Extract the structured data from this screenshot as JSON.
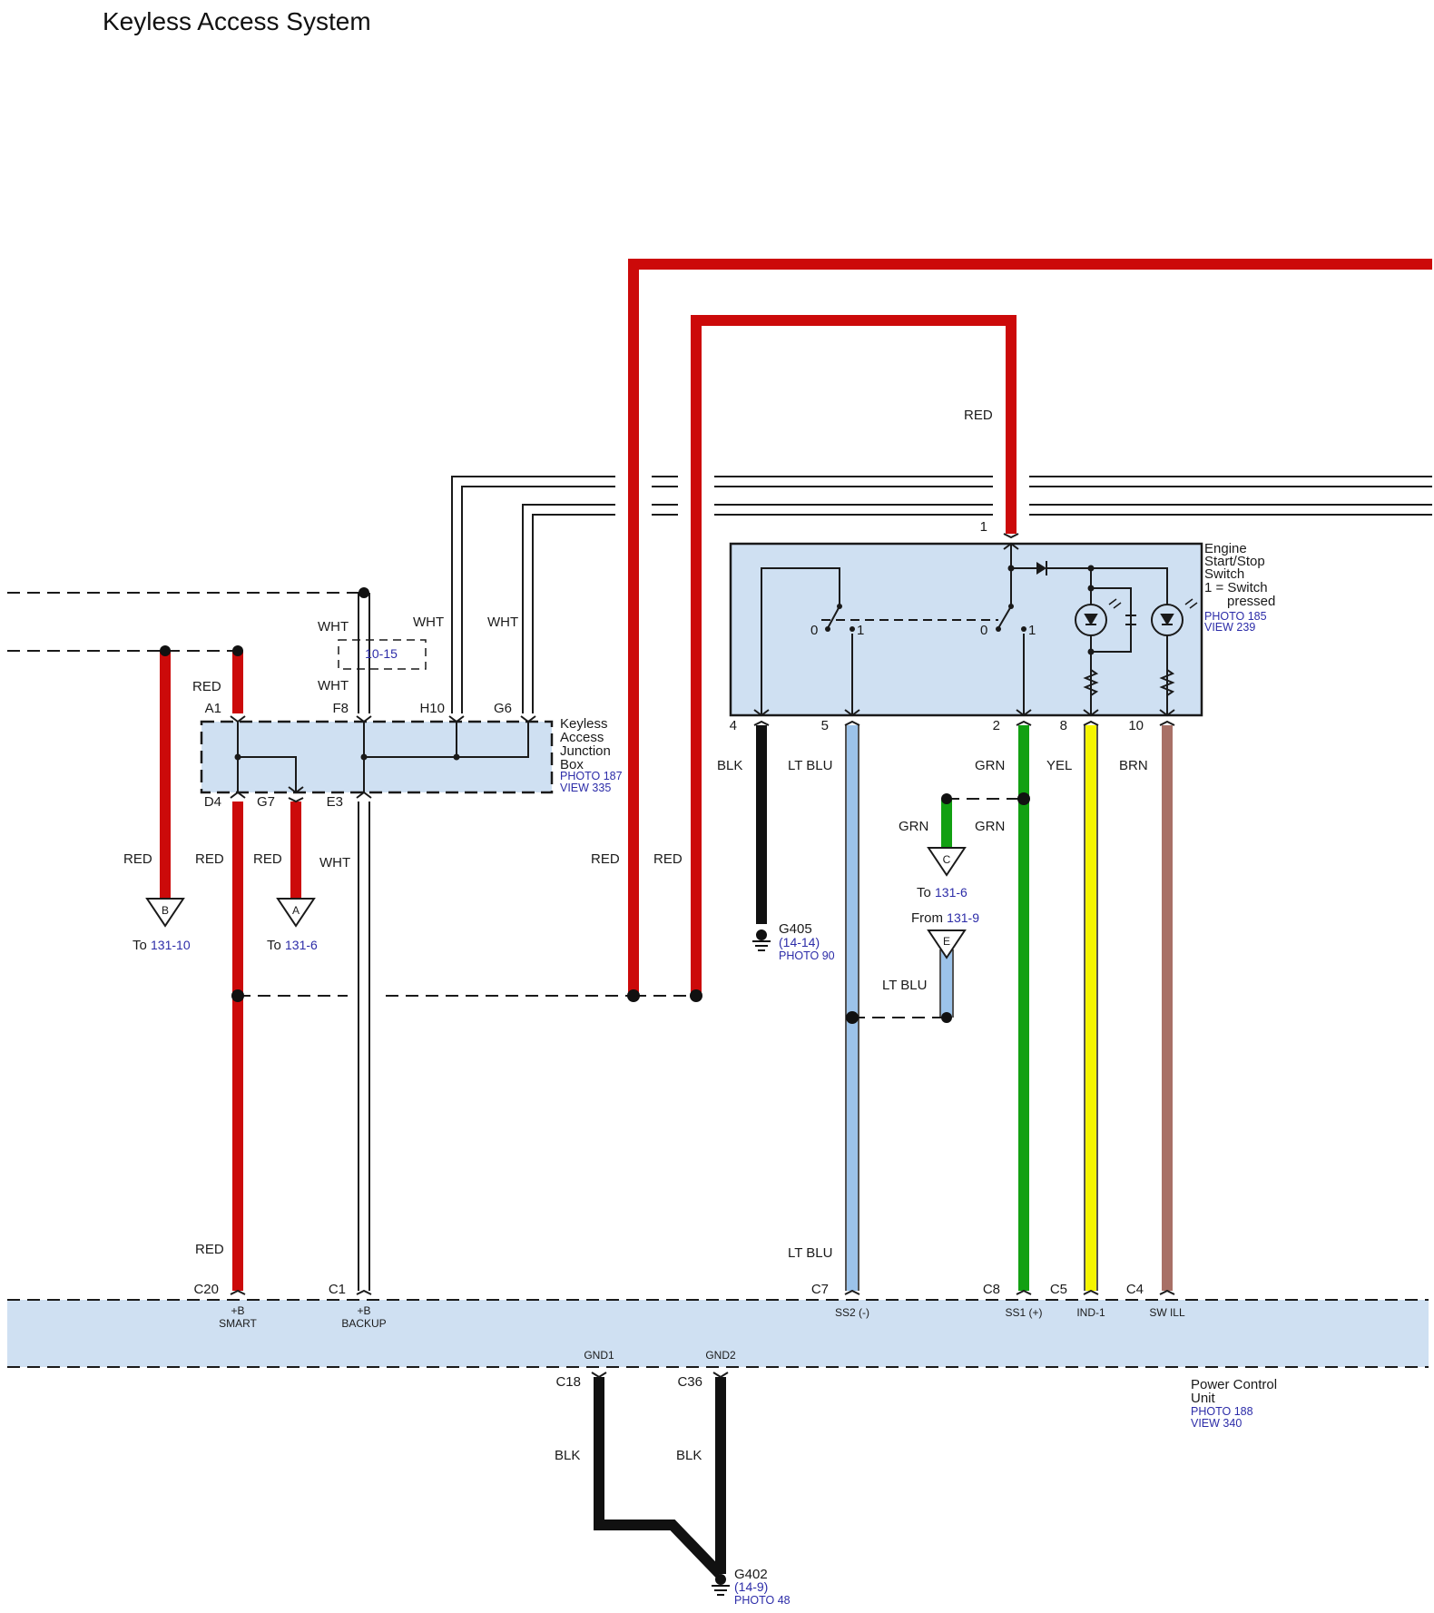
{
  "title": "Keyless Access System",
  "colors": {
    "red": "#cc0a0a",
    "black": "#111111",
    "lt_blu": "#9cc3ea",
    "grn": "#12a012",
    "yel": "#f5f500",
    "brn": "#a87066",
    "box_fill": "#cfe0f2",
    "link": "#2c2ca8"
  },
  "keyless_junction_box": {
    "name_lines": [
      "Keyless",
      "Access",
      "Junction",
      "Box"
    ],
    "photo": "PHOTO 187",
    "view": "VIEW 335",
    "pins_top": [
      "A1",
      "F8",
      "H10",
      "G6"
    ],
    "pins_bottom": [
      "D4",
      "G7",
      "E3"
    ]
  },
  "engine_switch": {
    "name_lines": [
      "Engine",
      "Start/Stop",
      "Switch",
      "1 = Switch",
      "pressed"
    ],
    "photo": "PHOTO 185",
    "view": "VIEW 239",
    "pin_top": "1",
    "pins_bottom": [
      "4",
      "5",
      "2",
      "8",
      "10"
    ],
    "contact_labels": [
      "0",
      "1",
      "0",
      "1"
    ]
  },
  "pcu": {
    "name_lines": [
      "Power Control",
      "Unit"
    ],
    "photo": "PHOTO 188",
    "view": "VIEW 340",
    "pins_top": [
      "C20",
      "C1",
      "C7",
      "C8",
      "C5",
      "C4"
    ],
    "pin_funcs": [
      [
        "+B",
        "SMART"
      ],
      [
        "+B",
        "BACKUP"
      ],
      [
        "SS2 (-)"
      ],
      [
        "SS1 (+)"
      ],
      [
        "IND-1"
      ],
      [
        "SW ILL"
      ]
    ],
    "pins_bottom": [
      "C18",
      "C36"
    ],
    "gnd_labels": [
      "GND1",
      "GND2"
    ]
  },
  "wire_labels": {
    "red_top": "RED",
    "red_a1": "RED",
    "wht_top": "WHT",
    "wht_h10": "WHT",
    "wht_g6": "WHT",
    "wht_f8": "WHT",
    "red_b": "RED",
    "red_d4": "RED",
    "red_g7": "RED",
    "wht_e3": "WHT",
    "red_left": "RED",
    "red_right": "RED",
    "blk": "BLK",
    "lt_blu": "LT BLU",
    "grn": "GRN",
    "yel": "YEL",
    "brn": "BRN",
    "grn_c": "GRN",
    "grn_main": "GRN",
    "lt_blu_e": "LT BLU",
    "red_c20": "RED",
    "lt_blu_c7": "LT BLU",
    "blk_c18": "BLK",
    "blk_c36": "BLK"
  },
  "splice_ref": "10-15",
  "connectors": {
    "B": {
      "letter": "B",
      "prefix": "To ",
      "ref": "131-10"
    },
    "A": {
      "letter": "A",
      "prefix": "To ",
      "ref": "131-6"
    },
    "C": {
      "letter": "C",
      "prefix": "To ",
      "ref": "131-6"
    },
    "E": {
      "letter": "E",
      "prefix": "From ",
      "ref": "131-9"
    }
  },
  "grounds": {
    "g405": {
      "name": "G405",
      "ref": "(14-14)",
      "photo": "PHOTO 90"
    },
    "g402": {
      "name": "G402",
      "ref": "(14-9)",
      "photo": "PHOTO 48"
    }
  }
}
